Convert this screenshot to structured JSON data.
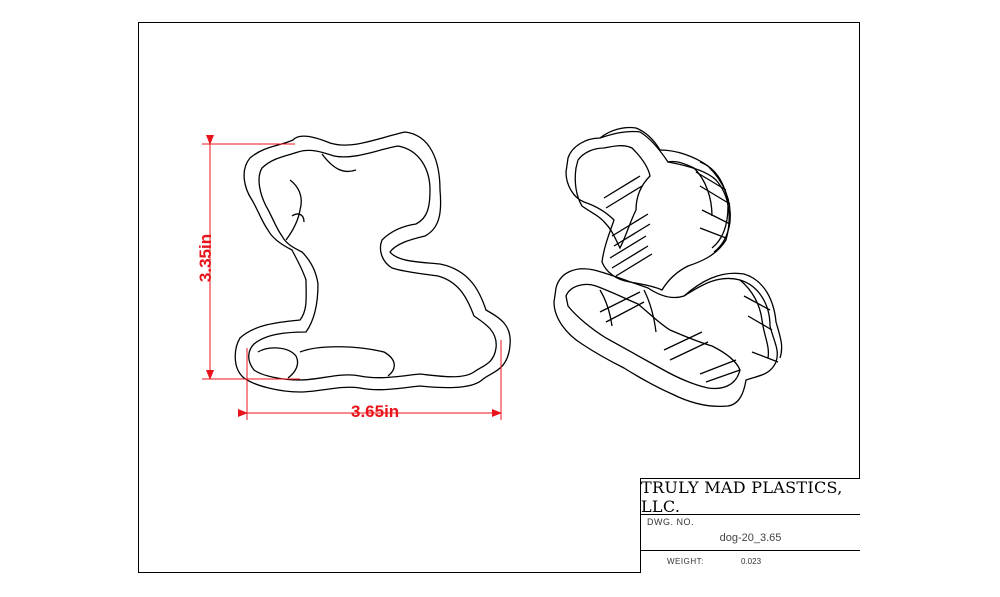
{
  "dimensions": {
    "width_label": "3.65in",
    "height_label": "3.35in"
  },
  "title_block": {
    "company": "TRULY MAD PLASTICS, LLC.",
    "dwg_no_label": "DWG. NO.",
    "dwg_no_value": "dog-20_3.65",
    "weight_label": "WEIGHT:",
    "weight_value": "0.023"
  },
  "colors": {
    "dimension": "#e8141b",
    "line": "#000000",
    "background": "#ffffff"
  }
}
